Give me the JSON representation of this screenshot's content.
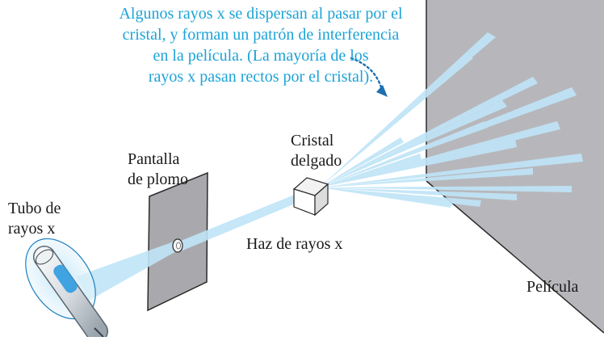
{
  "annotation": {
    "lines": [
      "Algunos rayos x se dispersan al pasar por el",
      "cristal, y forman un patrón de interferencia",
      "en la película. (La mayoría de los",
      "rayos x pasan rectos por el cristal)."
    ]
  },
  "labels": {
    "tube": [
      "Tubo de",
      "rayos x"
    ],
    "screen": [
      "Pantalla",
      "de plomo"
    ],
    "crystal": [
      "Cristal",
      "delgado"
    ],
    "beam": "Haz de rayos x",
    "film": "Película"
  },
  "colors": {
    "annotation_text": "#1da3d6",
    "beam": "#bfe4f7",
    "film": "#b7b7bb",
    "lead_screen": "#a9a9ad",
    "tube_glow": "#2f9be0"
  }
}
